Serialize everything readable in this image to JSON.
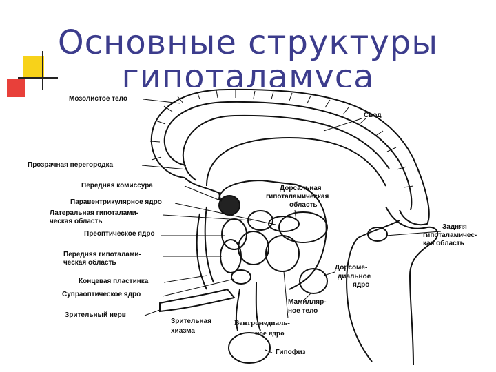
{
  "title": {
    "line1": "Основные структуры",
    "line2": "гипоталамуса"
  },
  "colors": {
    "title": "#3c3c8c",
    "square_yellow": "#f7d21a",
    "square_red": "#e8403a",
    "ink": "#111111"
  },
  "labels": {
    "corpus_callosum": "Мозолистое тело",
    "fornix": "Свод",
    "septum_pellucidum": "Прозрачная перегородка",
    "anterior_commissure": "Передняя комиссура",
    "dorsal_hypothalamic_area_1": "Дорсальная",
    "dorsal_hypothalamic_area_2": "гипоталамическая",
    "dorsal_hypothalamic_area_3": "область",
    "paraventricular_nucleus": "Паравентрикулярное ядро",
    "lateral_area_1": "Латеральная гипоталами-",
    "lateral_area_2": "ческая область",
    "preoptic_nucleus": "Преоптическое ядро",
    "posterior_area_1": "Задняя",
    "posterior_area_2": "гипоталамичес-",
    "posterior_area_3": "кая область",
    "anterior_area_1": "Передняя гипоталами-",
    "anterior_area_2": "ческая область",
    "dorsomedial_nucleus_1": "Дорсоме-",
    "dorsomedial_nucleus_2": "диальное",
    "dorsomedial_nucleus_3": "ядро",
    "lamina_terminalis": "Концевая пластинка",
    "supraoptic_nucleus": "Супраоптическое ядро",
    "mamillary_body_1": "Мамилляр-",
    "mamillary_body_2": "ное тело",
    "optic_nerve": "Зрительный нерв",
    "optic_chiasm_1": "Зрительная",
    "optic_chiasm_2": "хиазма",
    "ventromedial_nucleus_1": "Вентромедиаль-",
    "ventromedial_nucleus_2": "ное ядро",
    "hypophysis": "Гипофиз"
  }
}
